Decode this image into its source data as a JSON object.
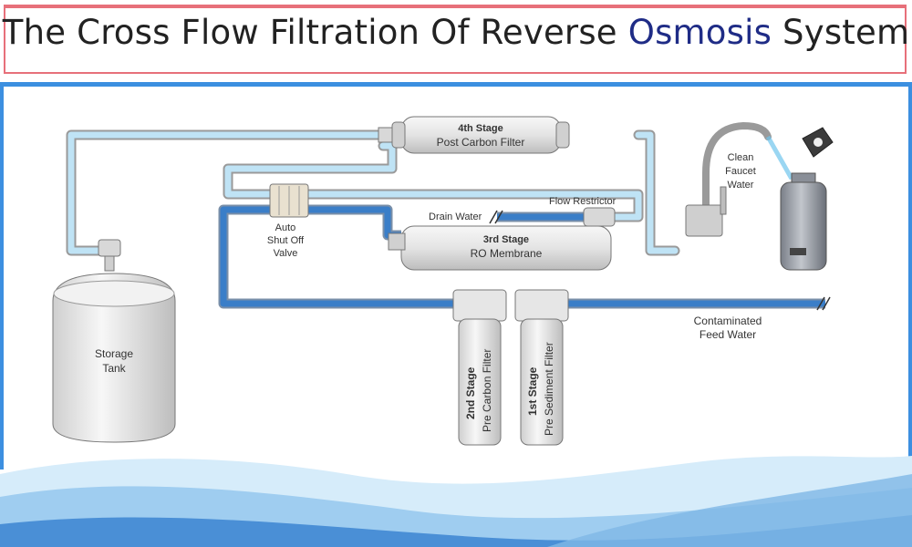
{
  "title": {
    "prefix": "The Cross Flow Filtration Of Reverse ",
    "accent": "Osmosis",
    "suffix": " System",
    "accent_color": "#1f2c86",
    "border_color": "#e7707a",
    "rule_color": "#3c8fe0"
  },
  "components": {
    "stage4": {
      "line1": "4th Stage",
      "line2": "Post Carbon Filter"
    },
    "stage3": {
      "line1": "3rd Stage",
      "line2": "RO Membrane"
    },
    "stage2": {
      "line1": "2nd Stage",
      "line2": "Pre Carbon Filter"
    },
    "stage1": {
      "line1": "1st Stage",
      "line2": "Pre Sediment Filter"
    },
    "valve": {
      "line1": "Auto",
      "line2": "Shut Off",
      "line3": "Valve"
    },
    "faucet": {
      "line1": "Clean",
      "line2": "Faucet",
      "line3": "Water"
    },
    "tank": {
      "line1": "Storage",
      "line2": "Tank"
    },
    "drain": "Drain Water",
    "restrictor": "Flow Restrictor",
    "feed": {
      "line1": "Contaminated",
      "line2": "Feed Water"
    }
  },
  "colors": {
    "clean_pipe": "#bfe3f5",
    "feed_pipe": "#3a7ec8",
    "wave_light": "#d6ecfa",
    "wave_dark": "#4a8fd6"
  },
  "icons": [
    "arrow-icon",
    "faucet-icon",
    "bottle-icon",
    "bottle-cap-icon",
    "tank-icon",
    "valve-icon"
  ]
}
